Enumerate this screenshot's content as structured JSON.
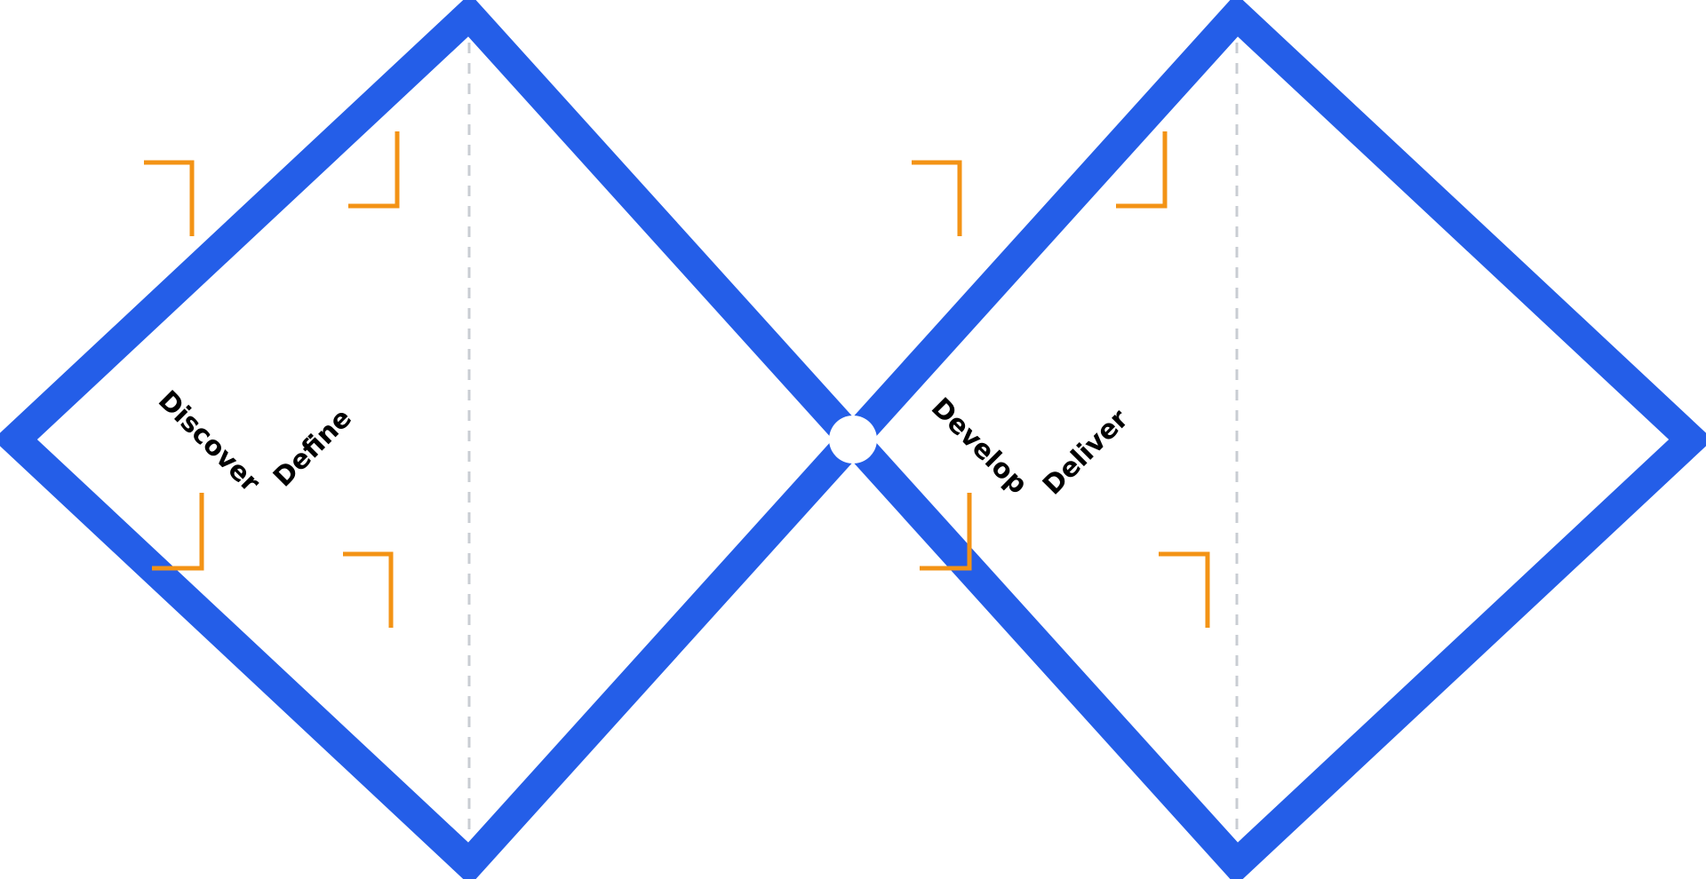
{
  "diagram": {
    "phases": [
      {
        "label": "Discover"
      },
      {
        "label": "Define"
      },
      {
        "label": "Develop"
      },
      {
        "label": "Deliver"
      }
    ],
    "colors": {
      "outline": "#245EE8",
      "bracket": "#F39315",
      "divider": "#C9CDD3"
    }
  }
}
